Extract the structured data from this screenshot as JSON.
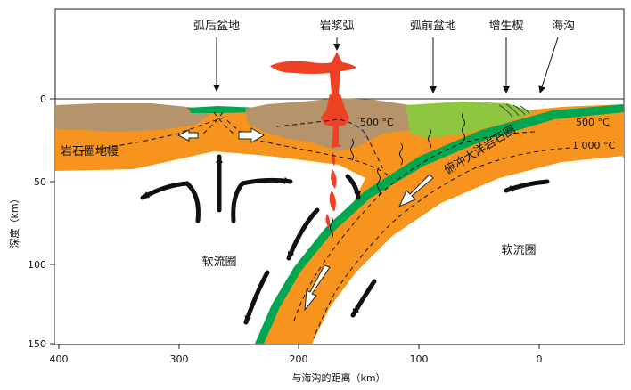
{
  "labels": {
    "back_arc_basin": "弧后盆地",
    "magmatic_arc": "岩浆弧",
    "fore_arc_basin": "弧前盆地",
    "accretionary_wedge": "增生楔",
    "trench": "海沟",
    "lithospheric_mantle": "岩石圈地幔",
    "subducting_plate": "俯冲大洋岩石圈",
    "asthenosphere_left": "软流圈",
    "asthenosphere_right": "软流圈",
    "iso_500_left": "500 °C",
    "iso_500_right": "500 °C",
    "iso_1000": "1 000 °C"
  },
  "axes": {
    "y_label": "深度（km）",
    "x_label": "与海沟的距离（km）",
    "y_ticks": [
      "0",
      "50",
      "100",
      "150"
    ],
    "x_ticks": [
      "400",
      "300",
      "200",
      "100",
      "0"
    ]
  },
  "colors": {
    "lithosphere": "#F7941D",
    "crust": "#B5936B",
    "oceanic_crust": "#00A650",
    "wedge": "#8DC63F",
    "magma": "#EF4123",
    "arrow": "#111111"
  }
}
